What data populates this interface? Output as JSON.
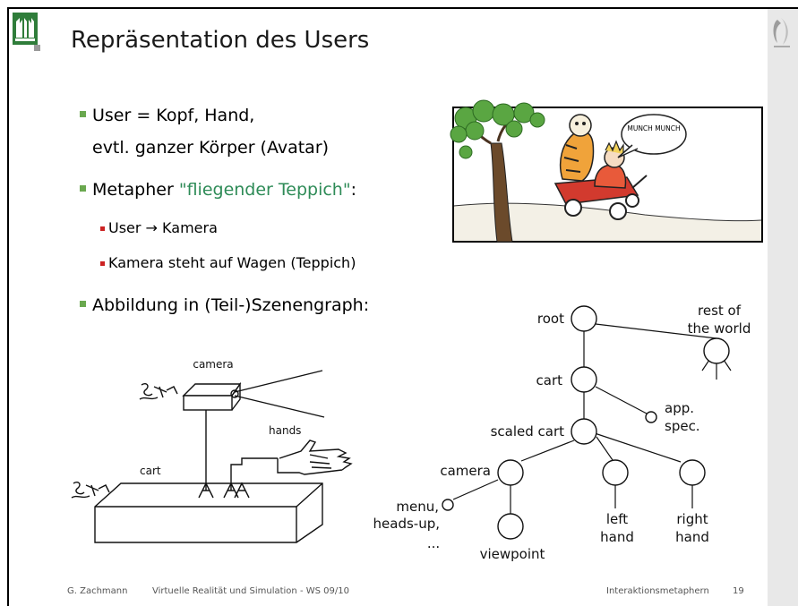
{
  "slide": {
    "title": "Repräsentation des Users",
    "bullets": {
      "b1_line1": "User = Kopf, Hand,",
      "b1_line2": "evtl. ganzer Körper (Avatar)",
      "b2_prefix": "Metapher ",
      "b2_highlight": "\"fliegender Teppich\"",
      "b2_suffix": ":",
      "sub1": "User → Kamera",
      "sub2": "Kamera steht auf Wagen (Teppich)",
      "b3": "Abbildung in (Teil-)Szenengraph:"
    },
    "comic": {
      "speech": "MUNCH MUNCH"
    },
    "sketch": {
      "camera_label": "camera",
      "hands_label": "hands",
      "cart_label": "cart"
    },
    "graph": {
      "root": "root",
      "rest_of_world": [
        "rest of",
        "the world"
      ],
      "cart": "cart",
      "app_spec": [
        "app.",
        "spec."
      ],
      "scaled_cart": "scaled cart",
      "camera": "camera",
      "menu": [
        "menu,",
        "heads-up,",
        "..."
      ],
      "viewpoint": "viewpoint",
      "left_hand": [
        "left",
        "hand"
      ],
      "right_hand": [
        "right",
        "hand"
      ]
    },
    "footer": {
      "author": "G. Zachmann",
      "course": "Virtuelle Realität und Simulation  - WS 09/10",
      "topic": "Interaktionsmetaphern",
      "page": "19"
    },
    "colors": {
      "accent_green": "#2e8b57",
      "bullet_green": "#6aa84f",
      "bullet_red": "#cc2222"
    }
  }
}
